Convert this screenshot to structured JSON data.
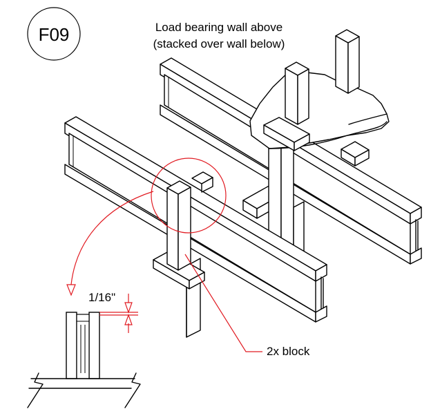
{
  "detail": {
    "id": "F09"
  },
  "labels": {
    "wall_line1": "Load bearing wall above",
    "wall_line2": "(stacked over wall below)",
    "gap": "1/16\"",
    "block": "2x block"
  },
  "colors": {
    "linework": "#000000",
    "callout": "#e11b22",
    "background": "#ffffff"
  }
}
